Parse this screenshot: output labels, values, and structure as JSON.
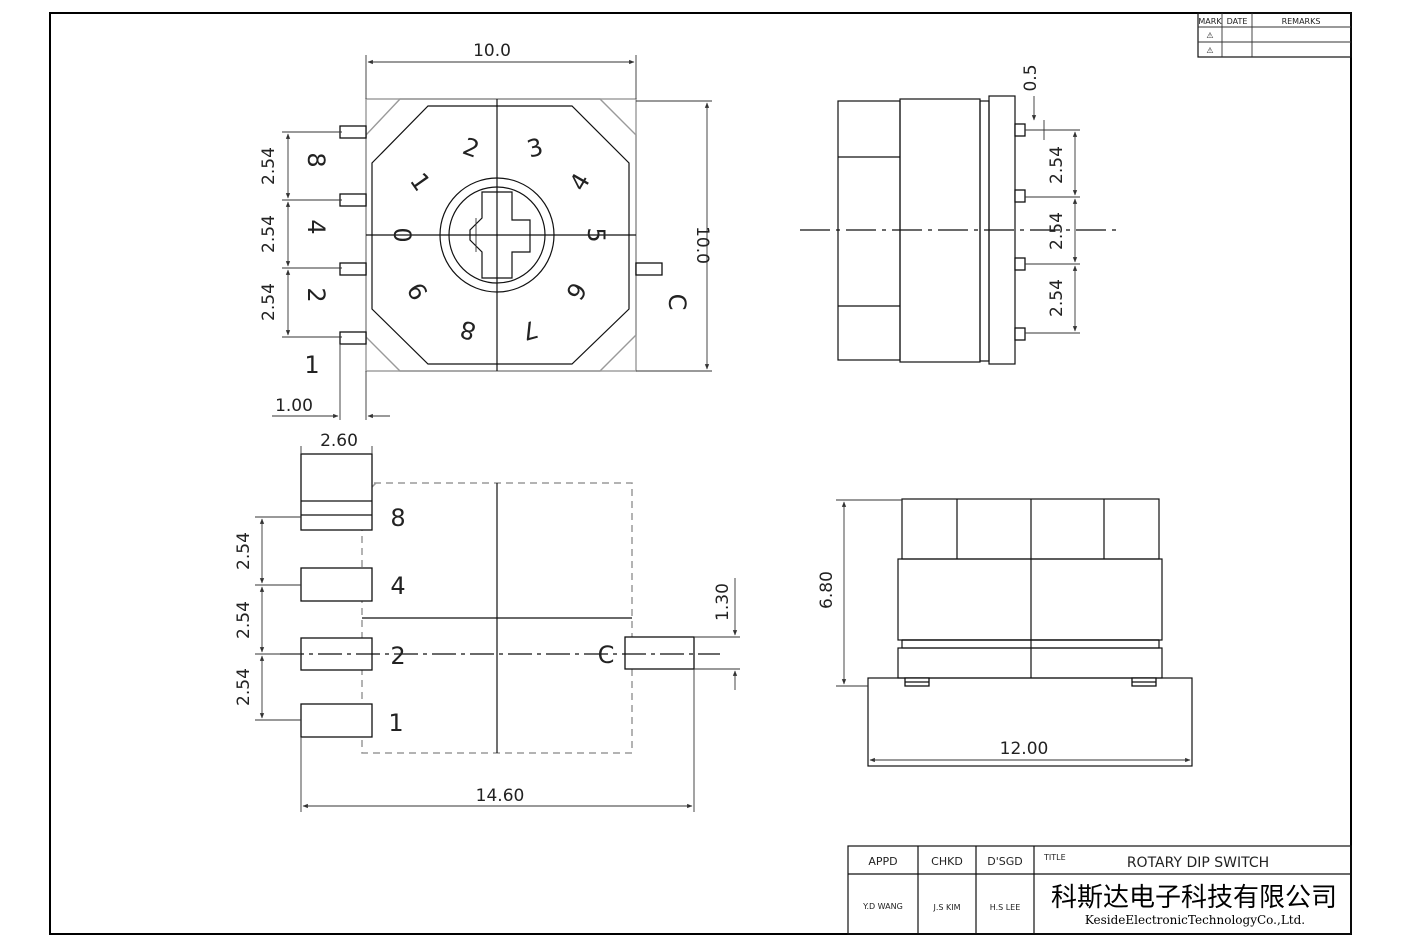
{
  "title_block": {
    "appd_label": "APPD",
    "chkd_label": "CHKD",
    "dsgd_label": "D'SGD",
    "title_label": "TITLE",
    "title": "ROTARY DIP SWITCH",
    "appd": "Y.D WANG",
    "chkd": "J.S KIM",
    "dsgd": "H.S LEE",
    "company_cn": "科斯达电子科技有限公司",
    "company_en": "KesideElectronicTechnologyCo.,Ltd."
  },
  "revision_table": {
    "mark": "MARK",
    "date": "DATE",
    "remarks": "REMARKS",
    "symbol": "⚠"
  },
  "top_view": {
    "width_dim": "10.0",
    "height_dim": "10.0",
    "pitch": [
      "2.54",
      "2.54",
      "2.54"
    ],
    "pin_offset": "1.00",
    "pins": [
      "8",
      "4",
      "2",
      "1"
    ],
    "common": "C",
    "dial": [
      "0",
      "1",
      "2",
      "3",
      "4",
      "5",
      "6",
      "7",
      "8",
      "9"
    ]
  },
  "side_view": {
    "gap": "0.5",
    "pitch": [
      "2.54",
      "2.54",
      "2.54"
    ]
  },
  "footprint": {
    "pad_width": "2.60",
    "pitch": [
      "2.54",
      "2.54",
      "2.54"
    ],
    "pad_height": "1.30",
    "overall": "14.60",
    "pins": [
      "8",
      "4",
      "2",
      "1"
    ],
    "common": "C"
  },
  "front_view": {
    "height": "6.80",
    "width": "12.00"
  }
}
